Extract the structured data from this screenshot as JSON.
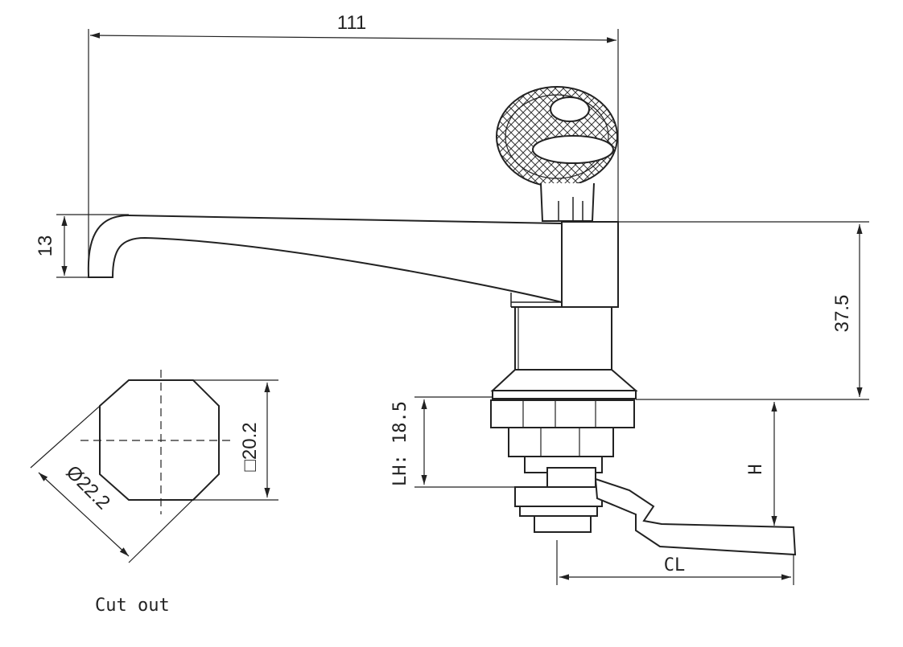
{
  "dimensions": {
    "overall_length": "111",
    "lever_thickness": "13",
    "body_height": "37.5",
    "lh_label": "LH: 18.5",
    "h_label": "H",
    "cl_label": "CL",
    "square_label": "□20.2",
    "diameter_label": "Ø22.2"
  },
  "caption": "Cut out"
}
